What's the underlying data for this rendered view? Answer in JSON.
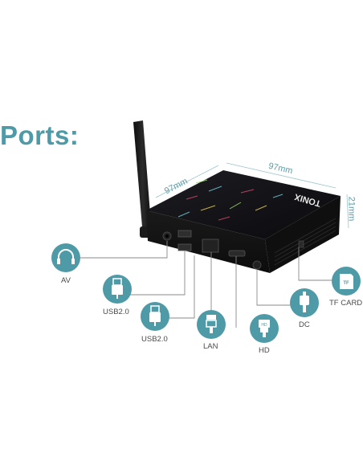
{
  "title": "Ports:",
  "dimensions": {
    "width": "97mm",
    "depth": "97mm",
    "height": "21mm"
  },
  "brand": "TONIX",
  "ports": [
    {
      "label": "AV",
      "icon": "headphones-icon"
    },
    {
      "label": "USB2.0",
      "icon": "usb-icon"
    },
    {
      "label": "USB2.0",
      "icon": "usb-icon"
    },
    {
      "label": "LAN",
      "icon": "ethernet-icon"
    },
    {
      "label": "HD",
      "icon": "hdmi-icon"
    },
    {
      "label": "DC",
      "icon": "power-plug-icon"
    },
    {
      "label": "TF CARD",
      "icon": "sd-card-icon"
    }
  ],
  "colors": {
    "accent": "#4f9aa7",
    "device": "#141414"
  }
}
